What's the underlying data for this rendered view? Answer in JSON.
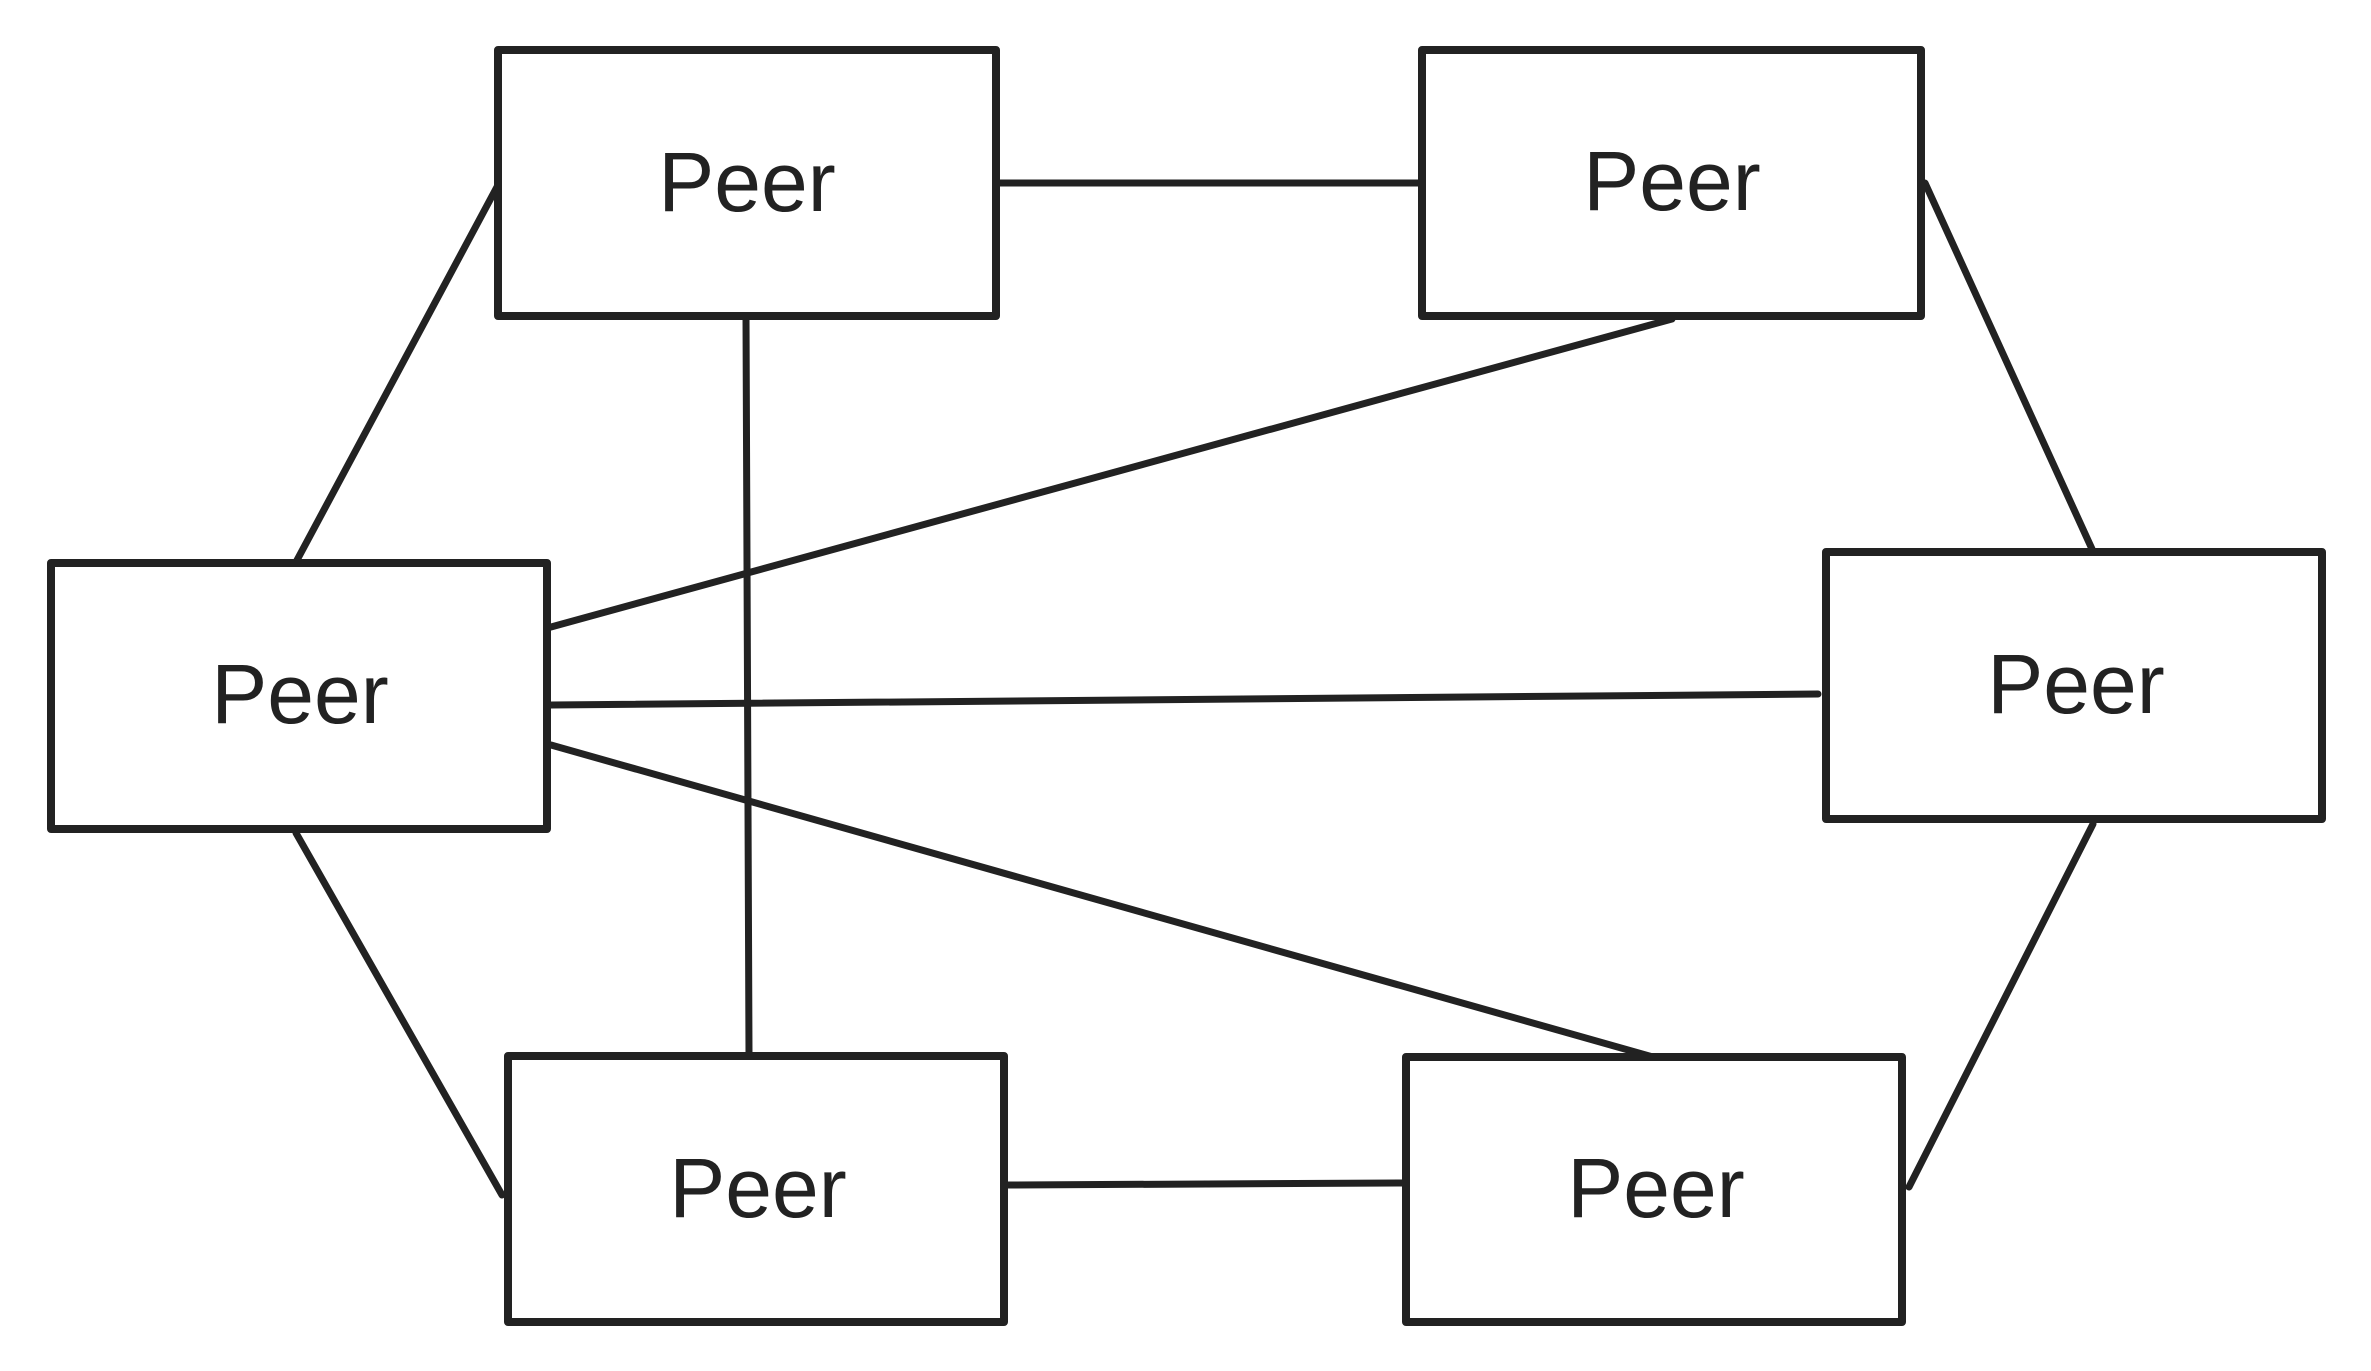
{
  "diagram": {
    "type": "peer-to-peer network",
    "line_color": "#222222",
    "background": "#ffffff",
    "nodes": [
      {
        "id": "peer-top-left",
        "label": "Peer"
      },
      {
        "id": "peer-top-right",
        "label": "Peer"
      },
      {
        "id": "peer-left",
        "label": "Peer"
      },
      {
        "id": "peer-right",
        "label": "Peer"
      },
      {
        "id": "peer-bottom-left",
        "label": "Peer"
      },
      {
        "id": "peer-bottom-right",
        "label": "Peer"
      }
    ],
    "edges": [
      {
        "from": "peer-top-left",
        "to": "peer-top-right"
      },
      {
        "from": "peer-top-left",
        "to": "peer-left"
      },
      {
        "from": "peer-top-left",
        "to": "peer-bottom-left"
      },
      {
        "from": "peer-top-right",
        "to": "peer-right"
      },
      {
        "from": "peer-top-right",
        "to": "peer-left"
      },
      {
        "from": "peer-left",
        "to": "peer-right"
      },
      {
        "from": "peer-left",
        "to": "peer-bottom-right"
      },
      {
        "from": "peer-left",
        "to": "peer-bottom-left"
      },
      {
        "from": "peer-right",
        "to": "peer-bottom-right"
      },
      {
        "from": "peer-bottom-left",
        "to": "peer-bottom-right"
      }
    ]
  }
}
